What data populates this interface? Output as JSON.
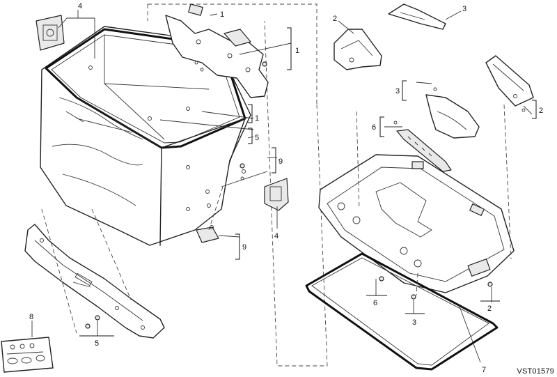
{
  "callouts": {
    "c1a": "1",
    "c1b": "1",
    "c1c": "1",
    "c2a": "2",
    "c2b": "2",
    "c2c": "2",
    "c3a": "3",
    "c3b": "3",
    "c3c": "3",
    "c4a": "4",
    "c4b": "4",
    "c5a": "5",
    "c5b": "5",
    "c6a": "6",
    "c6b": "6",
    "c7": "7",
    "c8": "8",
    "c9a": "9",
    "c9b": "9"
  },
  "reference_code": "VST01579"
}
